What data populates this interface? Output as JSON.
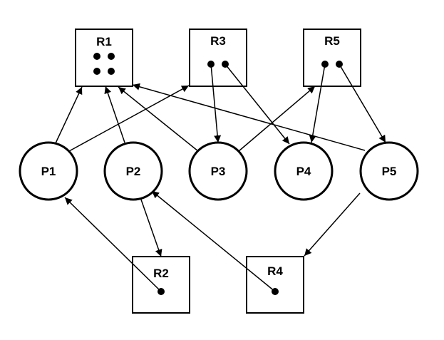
{
  "diagram": {
    "type": "resource-allocation-graph",
    "colors": {
      "stroke": "#000000",
      "fill": "#ffffff"
    },
    "resources": [
      {
        "id": "R1",
        "label": "R1",
        "instances": 4
      },
      {
        "id": "R2",
        "label": "R2",
        "instances": 1
      },
      {
        "id": "R3",
        "label": "R3",
        "instances": 2
      },
      {
        "id": "R4",
        "label": "R4",
        "instances": 1
      },
      {
        "id": "R5",
        "label": "R5",
        "instances": 2
      }
    ],
    "processes": [
      {
        "id": "P1",
        "label": "P1"
      },
      {
        "id": "P2",
        "label": "P2"
      },
      {
        "id": "P3",
        "label": "P3"
      },
      {
        "id": "P4",
        "label": "P4"
      },
      {
        "id": "P5",
        "label": "P5"
      }
    ],
    "edges": [
      {
        "from": "P1",
        "to": "R1",
        "kind": "request"
      },
      {
        "from": "P1",
        "to": "R3",
        "kind": "request"
      },
      {
        "from": "P2",
        "to": "R1",
        "kind": "request"
      },
      {
        "from": "P2",
        "to": "R2",
        "kind": "request"
      },
      {
        "from": "P3",
        "to": "R1",
        "kind": "request"
      },
      {
        "from": "P3",
        "to": "R5",
        "kind": "request"
      },
      {
        "from": "P5",
        "to": "R1",
        "kind": "request"
      },
      {
        "from": "P5",
        "to": "R4",
        "kind": "request"
      },
      {
        "from": "R3",
        "to": "P3",
        "kind": "assignment"
      },
      {
        "from": "R3",
        "to": "P4",
        "kind": "assignment"
      },
      {
        "from": "R5",
        "to": "P4",
        "kind": "assignment"
      },
      {
        "from": "R5",
        "to": "P5",
        "kind": "assignment"
      },
      {
        "from": "R2",
        "to": "P1",
        "kind": "assignment"
      },
      {
        "from": "R4",
        "to": "P2",
        "kind": "assignment"
      }
    ]
  }
}
